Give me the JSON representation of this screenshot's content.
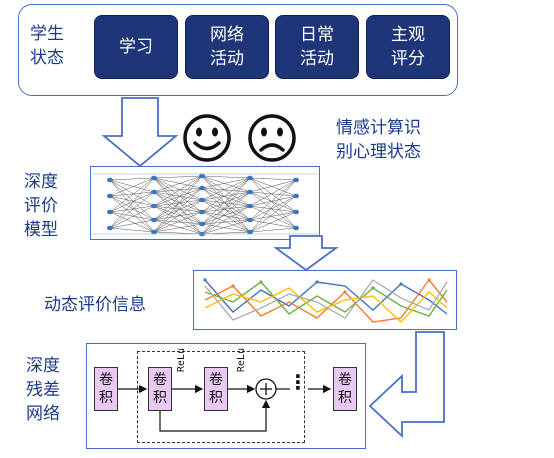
{
  "top": {
    "state_label": "学生\n状态",
    "pills": [
      "学习",
      "网络\n活动",
      "日常\n活动",
      "主观\n评分"
    ]
  },
  "emotion_text": "情感计算识\n别心理状态",
  "model_label": "深度\n评价\n模型",
  "dynamic_label": "动态评价信息",
  "resnet": {
    "label": "深度\n残差\n网络",
    "conv_label": "卷\n积",
    "relu_label": "ReLu",
    "dots": "⋮"
  },
  "icons": [
    "smiley-face-icon",
    "sad-face-icon"
  ],
  "colors": {
    "frame": "#4a6fc9",
    "pill": "#1e3578",
    "text": "#1a3a8c",
    "conv": "#e9c8f2",
    "node": "#3b73c9"
  }
}
